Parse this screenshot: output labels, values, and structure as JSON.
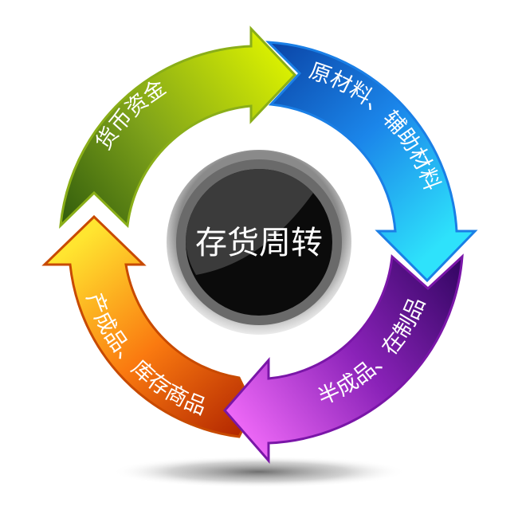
{
  "diagram": {
    "title": "存货周转",
    "type": "cycle",
    "steps": [
      {
        "id": "cash",
        "label": "货币资金",
        "color_start": "#3d6b12",
        "color_end": "#d8f000",
        "direction": "clockwise",
        "next": "raw"
      },
      {
        "id": "raw",
        "label": "原材料、辅助材料",
        "color_start": "#0d4fb3",
        "color_end": "#25d8f8",
        "direction": "clockwise",
        "next": "wip"
      },
      {
        "id": "wip",
        "label": "半成品、在制品",
        "color_start": "#3d0a6b",
        "color_end": "#f066f8",
        "direction": "clockwise",
        "next": "finished"
      },
      {
        "id": "finished",
        "label": "产成品、库存商品",
        "color_start": "#b52a00",
        "color_end": "#ffe830",
        "direction": "clockwise",
        "next": "cash"
      }
    ],
    "center": {
      "label": "存货周转",
      "color": "#111111"
    }
  }
}
